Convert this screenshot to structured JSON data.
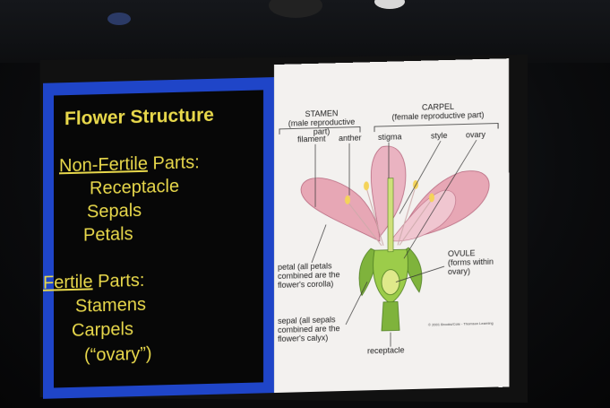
{
  "slide": {
    "title": "Flower Structure",
    "non_fertile_heading_underlined": "Non-Fertile",
    "non_fertile_heading_rest": " Parts:",
    "non_fertile_items": [
      "Receptacle",
      "Sepals",
      "Petals"
    ],
    "fertile_heading_underlined": "Fertile",
    "fertile_heading_rest": " Parts:",
    "fertile_items": [
      "Stamens",
      "Carpels",
      "(“ovary”)"
    ]
  },
  "diagram": {
    "stamen_label": "STAMEN",
    "stamen_sub": "(male reproductive part)",
    "carpel_label": "CARPEL",
    "carpel_sub": "(female reproductive part)",
    "filament": "filament",
    "anther": "anther",
    "stigma": "stigma",
    "style": "style",
    "ovary": "ovary",
    "ovule": "OVULE",
    "ovule_note": "(forms within ovary)",
    "petal_note": "petal (all petals combined are the flower's corolla)",
    "sepal_note": "sepal (all sepals combined are the flower's calyx)",
    "receptacle": "receptacle",
    "copyright": "© 2001 Brooks/Cole - Thomson Learning"
  },
  "colors": {
    "slide_text": "#e8d84b",
    "slide_border": "#1f45c8",
    "petal": "#e7a7b5",
    "sepal": "#7fb33c"
  }
}
